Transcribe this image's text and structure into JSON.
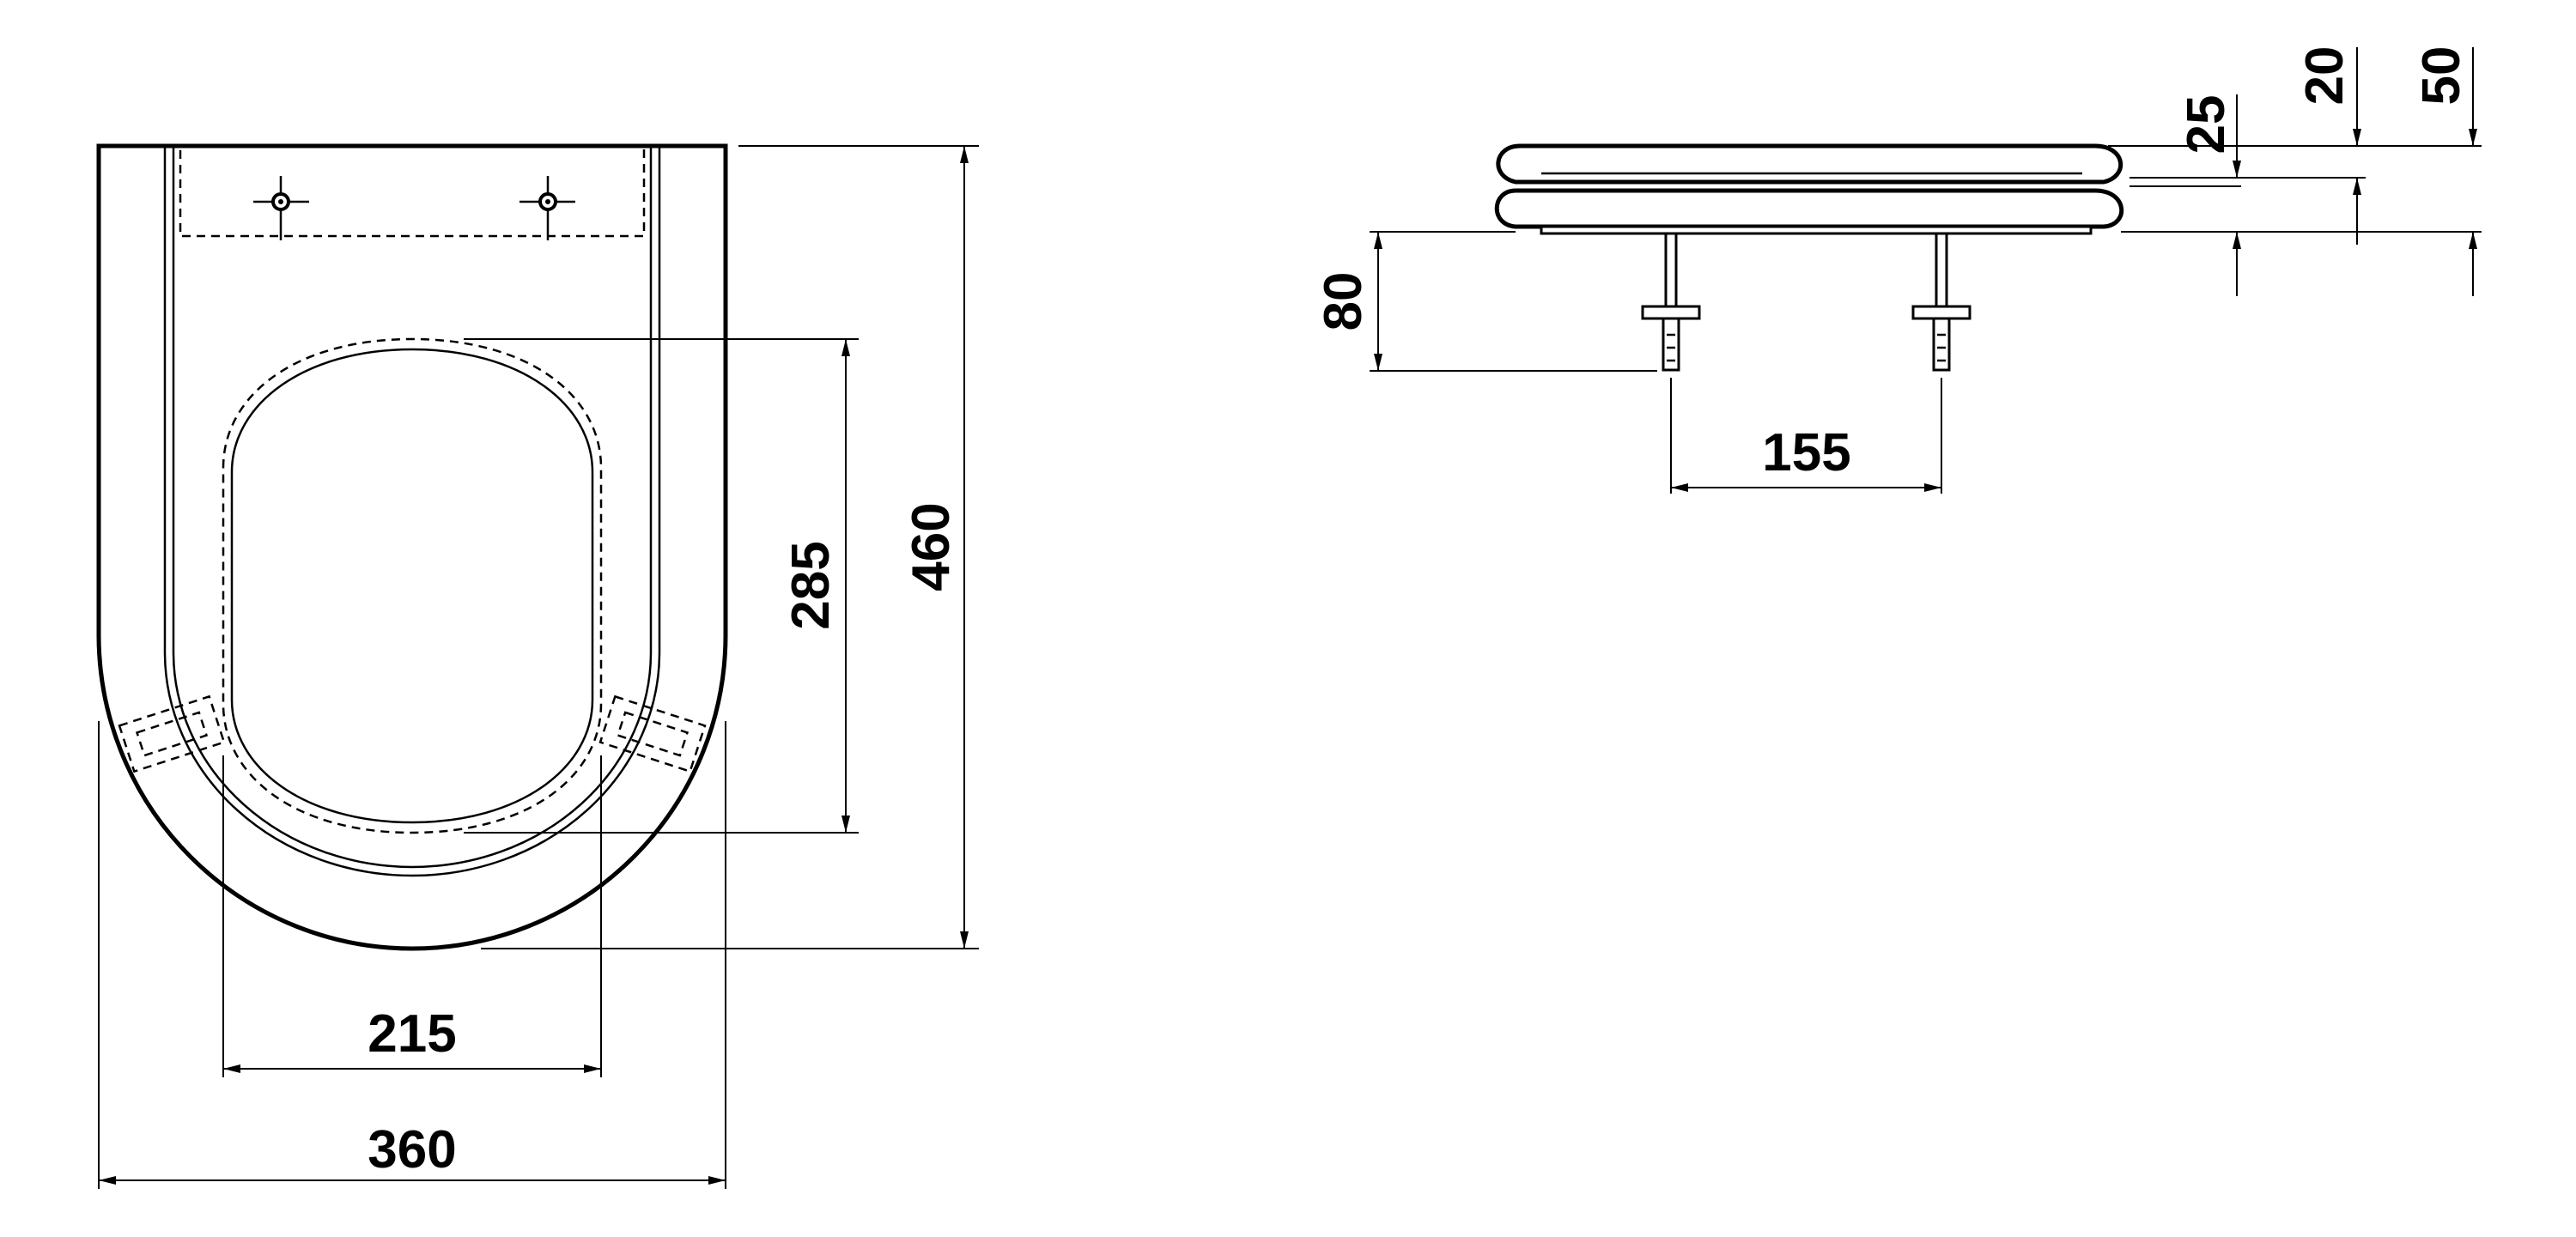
{
  "drawing": {
    "plan_view": {
      "dimensions": {
        "seat_width": "360",
        "opening_width": "215",
        "seat_length": "460",
        "opening_length": "285"
      }
    },
    "side_view": {
      "dimensions": {
        "bolt_spacing": "155",
        "bolt_length": "80",
        "lid_thickness": "25",
        "seat_thickness": "20",
        "total_height": "50"
      }
    }
  }
}
